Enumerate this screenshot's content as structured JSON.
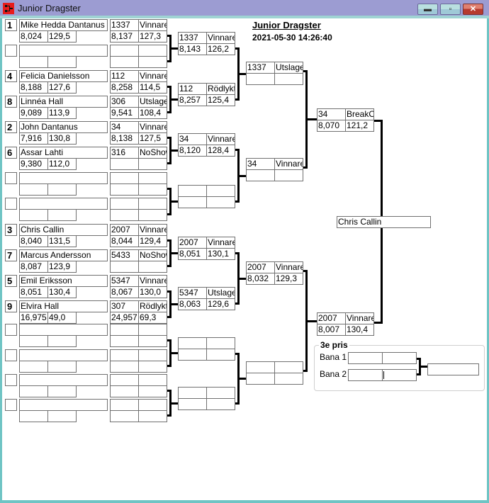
{
  "window": {
    "title": "Junior Dragster",
    "icon": "bracket-app-icon",
    "buttons": {
      "minimize": "minimize-icon",
      "maximize": "maximize-icon",
      "close": "close-icon"
    }
  },
  "event": {
    "title": "Junior Dragster",
    "datetime": "2021-05-30 14:26:40"
  },
  "round1": [
    {
      "seed": "1",
      "name": "Mike Hedda Dantanus",
      "et": "8,024",
      "speed": "129,5",
      "car": "1337",
      "status": "Vinnare",
      "et2": "8,137",
      "speed2": "127,3"
    },
    {
      "seed": "",
      "name": "",
      "et": "",
      "speed": "",
      "car": "",
      "status": "",
      "et2": "",
      "speed2": ""
    },
    {
      "seed": "4",
      "name": "Felicia Danielsson",
      "et": "8,188",
      "speed": "127,6",
      "car": "112",
      "status": "Vinnare",
      "et2": "8,258",
      "speed2": "114,5"
    },
    {
      "seed": "8",
      "name": "Linnéa Hall",
      "et": "9,089",
      "speed": "113,9",
      "car": "306",
      "status": "Utslagen",
      "et2": "9,541",
      "speed2": "108,4"
    },
    {
      "seed": "2",
      "name": "John Dantanus",
      "et": "7,916",
      "speed": "130,8",
      "car": "34",
      "status": "Vinnare",
      "et2": "8,138",
      "speed2": "127,5"
    },
    {
      "seed": "6",
      "name": "Assar Lahti",
      "et": "9,380",
      "speed": "112,0",
      "car": "316",
      "status": "NoShow",
      "et2": "",
      "speed2": ""
    },
    {
      "seed": "",
      "name": "",
      "et": "",
      "speed": "",
      "car": "",
      "status": "",
      "et2": "",
      "speed2": ""
    },
    {
      "seed": "",
      "name": "",
      "et": "",
      "speed": "",
      "car": "",
      "status": "",
      "et2": "",
      "speed2": ""
    },
    {
      "seed": "3",
      "name": "Chris Callin",
      "et": "8,040",
      "speed": "131,5",
      "car": "2007",
      "status": "Vinnare",
      "et2": "8,044",
      "speed2": "129,4"
    },
    {
      "seed": "7",
      "name": "Marcus Andersson",
      "et": "8,087",
      "speed": "123,9",
      "car": "5433",
      "status": "NoShow",
      "et2": "",
      "speed2": ""
    },
    {
      "seed": "5",
      "name": "Emil Eriksson",
      "et": "8,051",
      "speed": "130,4",
      "car": "5347",
      "status": "Vinnare",
      "et2": "8,067",
      "speed2": "130,0"
    },
    {
      "seed": "9",
      "name": "Elvira Hall",
      "et": "16,975",
      "speed": "49,0",
      "car": "307",
      "status": "Rödlykta",
      "et2": "24,957",
      "speed2": "69,3"
    },
    {
      "seed": "",
      "name": "",
      "et": "",
      "speed": "",
      "car": "",
      "status": "",
      "et2": "",
      "speed2": ""
    },
    {
      "seed": "",
      "name": "",
      "et": "",
      "speed": "",
      "car": "",
      "status": "",
      "et2": "",
      "speed2": ""
    },
    {
      "seed": "",
      "name": "",
      "et": "",
      "speed": "",
      "car": "",
      "status": "",
      "et2": "",
      "speed2": ""
    },
    {
      "seed": "",
      "name": "",
      "et": "",
      "speed": "",
      "car": "",
      "status": "",
      "et2": "",
      "speed2": ""
    }
  ],
  "round2": [
    {
      "car": "1337",
      "status": "Vinnare",
      "et": "8,143",
      "speed": "126,2"
    },
    {
      "car": "112",
      "status": "Rödlykta",
      "et": "8,257",
      "speed": "125,4"
    },
    {
      "car": "34",
      "status": "Vinnare",
      "et": "8,120",
      "speed": "128,4"
    },
    {
      "car": "",
      "status": "",
      "et": "",
      "speed": ""
    },
    {
      "car": "2007",
      "status": "Vinnare",
      "et": "8,051",
      "speed": "130,1"
    },
    {
      "car": "5347",
      "status": "Utslagen",
      "et": "8,063",
      "speed": "129,6"
    },
    {
      "car": "",
      "status": "",
      "et": "",
      "speed": ""
    },
    {
      "car": "",
      "status": "",
      "et": "",
      "speed": ""
    }
  ],
  "round3": [
    {
      "car": "1337",
      "status": "Utslagen",
      "et": "",
      "speed": ""
    },
    {
      "car": "34",
      "status": "Vinnare",
      "et": "",
      "speed": ""
    },
    {
      "car": "2007",
      "status": "Vinnare",
      "et": "8,032",
      "speed": "129,3"
    },
    {
      "car": "",
      "status": "",
      "et": "",
      "speed": ""
    }
  ],
  "round4": [
    {
      "car": "34",
      "status": "BreakOut",
      "et": "8,070",
      "speed": "121,2"
    },
    {
      "car": "2007",
      "status": "Vinnare",
      "et": "8,007",
      "speed": "130,4"
    }
  ],
  "final": {
    "winner": "Chris Callin"
  },
  "third_place": {
    "label": "3e pris",
    "lane1_label": "Bana 1",
    "lane2_label": "Bana 2",
    "lane1": {
      "car": "",
      "status": ""
    },
    "lane2": {
      "car": "",
      "status": ""
    },
    "result": ""
  }
}
